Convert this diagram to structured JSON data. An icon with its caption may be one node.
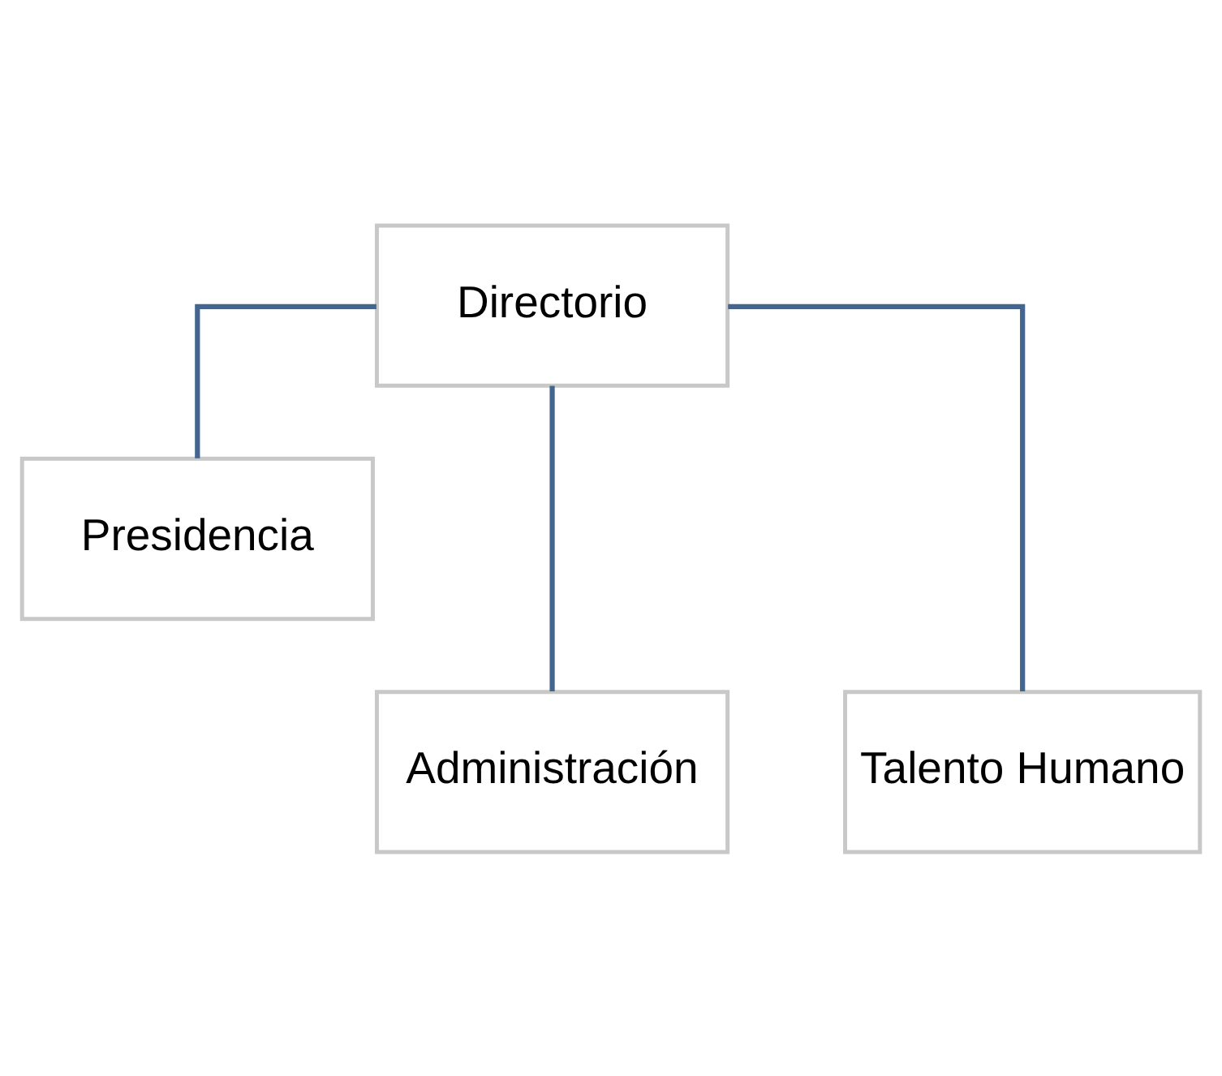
{
  "diagram": {
    "nodes": [
      {
        "text": [
          "Directorio"
        ]
      },
      {
        "text": [
          "Presidencia"
        ]
      },
      {
        "text": [
          "Administración"
        ]
      },
      {
        "text": [
          "Talento Humano"
        ]
      }
    ],
    "edges": [
      {
        "from": 0,
        "to": 1,
        "arrow": "none"
      },
      {
        "from": 0,
        "to": 2,
        "arrow": "none"
      },
      {
        "from": 0,
        "to": 3,
        "arrow": "none"
      }
    ]
  }
}
